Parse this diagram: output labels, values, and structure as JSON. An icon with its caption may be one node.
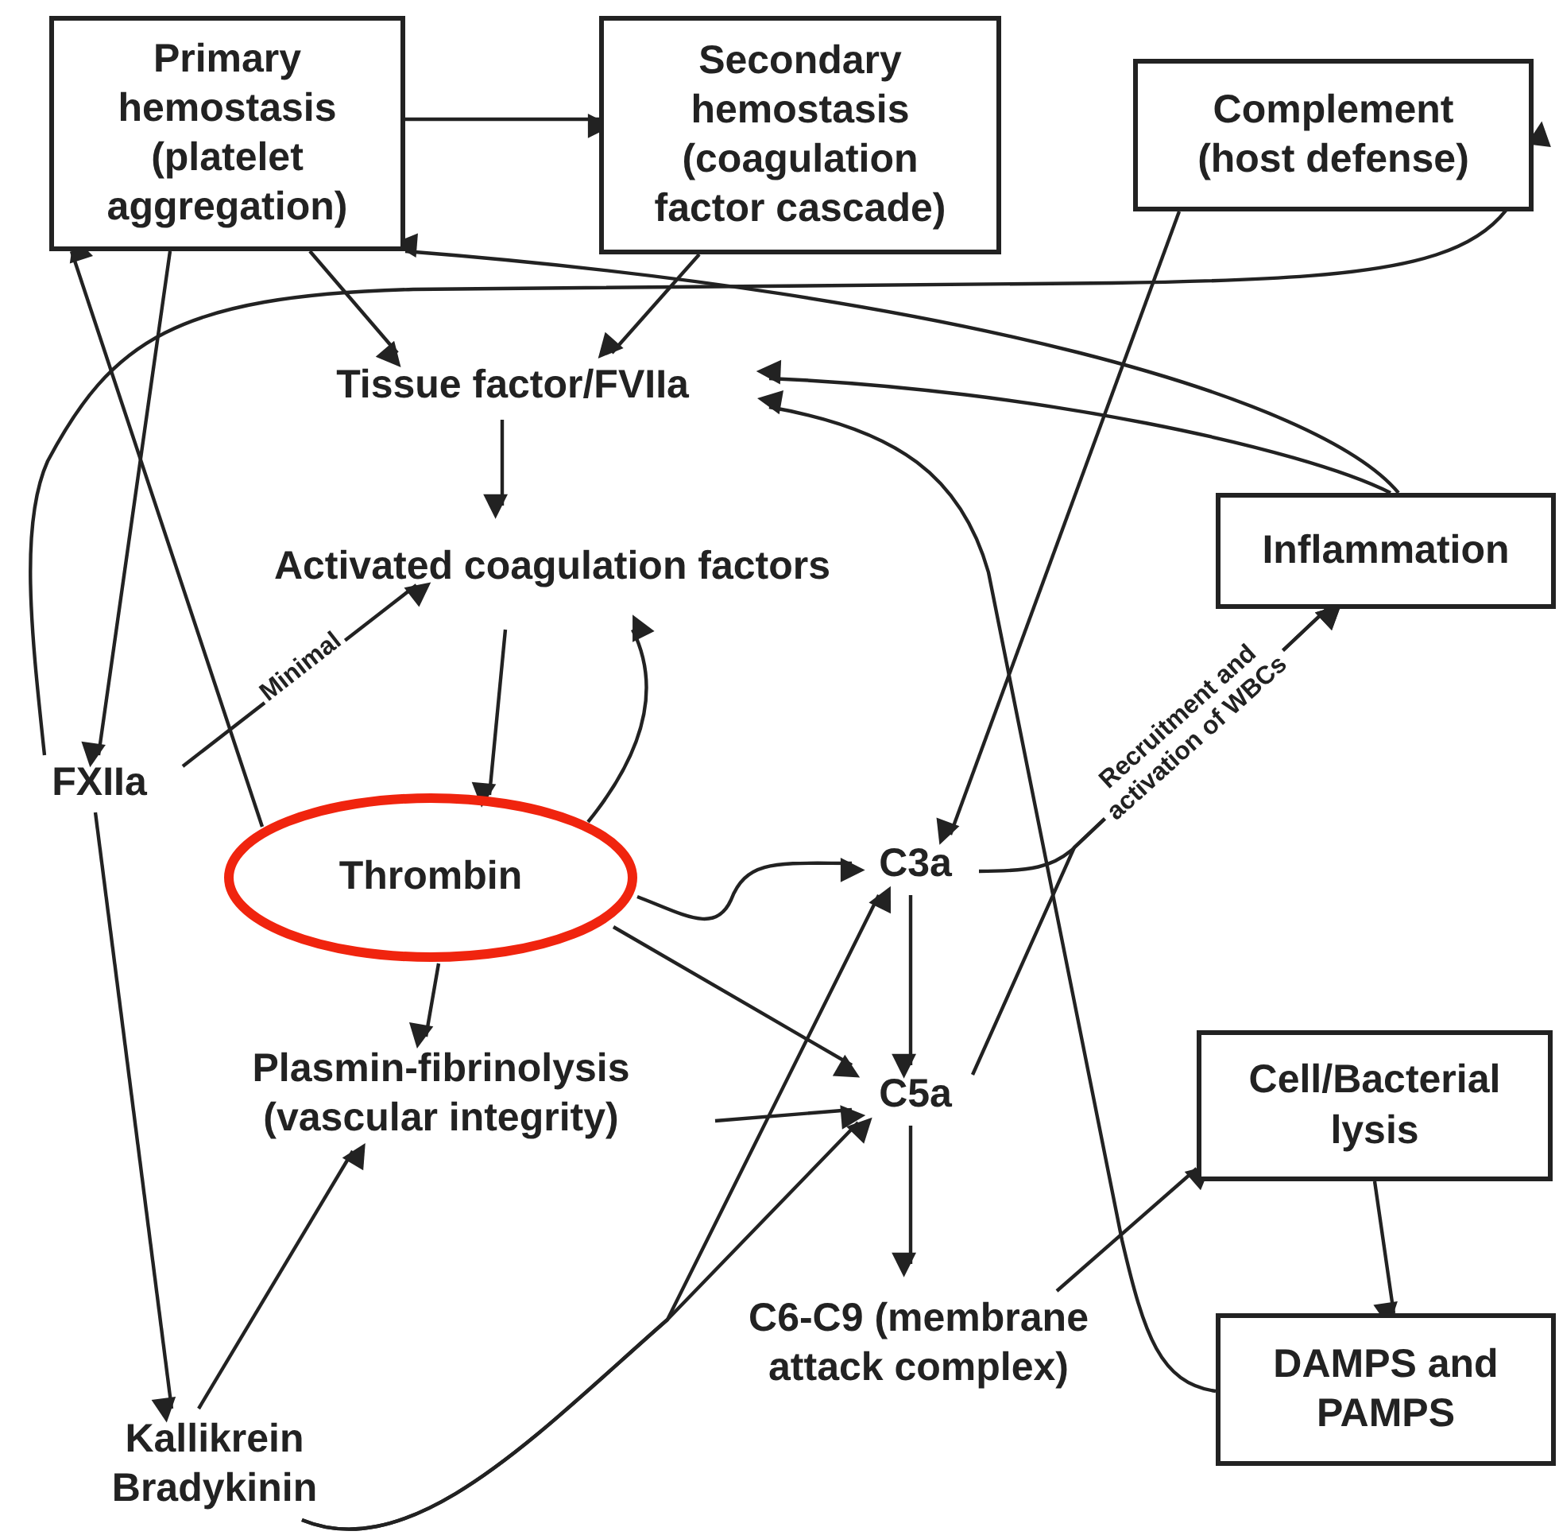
{
  "diagram": {
    "nodes": [
      {
        "text": [
          "Primary hemostasis (platelet aggregation)"
        ]
      },
      {
        "text": [
          "Secondary hemostasis (coagulation factor cascade)"
        ]
      },
      {
        "text": [
          "Complement (host defense)"
        ]
      },
      {
        "text": [
          "Tissue factor/FVIIa"
        ]
      },
      {
        "text": [
          "Activated coagulation factors"
        ]
      },
      {
        "text": [
          "Inflammation"
        ]
      },
      {
        "text": [
          "FXIIa"
        ]
      },
      {
        "text": [
          "Thrombin"
        ]
      },
      {
        "text": [
          "C3a"
        ]
      },
      {
        "text": [
          "Plasmin-fibrinolysis (vascular integrity)"
        ]
      },
      {
        "text": [
          "C5a"
        ]
      },
      {
        "text": [
          "Cell/Bacterial lysis"
        ]
      },
      {
        "text": [
          "C6-C9 (membrane attack complex)"
        ]
      },
      {
        "text": [
          "DAMPS and PAMPS"
        ]
      },
      {
        "text": [
          "Kallikrein Bradykinin"
        ]
      }
    ],
    "edges": [
      {
        "from": 0,
        "to": 1,
        "arrow": "to"
      },
      {
        "from": 0,
        "to": 3,
        "arrow": "to"
      },
      {
        "from": 1,
        "to": 3,
        "arrow": "to"
      },
      {
        "from": 0,
        "to": 6,
        "arrow": "to"
      },
      {
        "from": 7,
        "to": 0,
        "arrow": "to"
      },
      {
        "from": 5,
        "to": 0,
        "arrow": "to"
      },
      {
        "from": 6,
        "to": 2,
        "arrow": "to"
      },
      {
        "from": 5,
        "to": 3,
        "arrow": "to"
      },
      {
        "from": 13,
        "to": 3,
        "arrow": "to"
      },
      {
        "from": 3,
        "to": 4,
        "arrow": "to"
      },
      {
        "from": 4,
        "to": 7,
        "arrow": "to"
      },
      {
        "from": 7,
        "to": 4,
        "arrow": "to"
      },
      {
        "from": 6,
        "to": 4,
        "arrow": "to",
        "label": "Minimal"
      },
      {
        "from": 2,
        "to": 8,
        "arrow": "to"
      },
      {
        "from": 7,
        "to": 8,
        "arrow": "to"
      },
      {
        "from": 7,
        "to": 10,
        "arrow": "to"
      },
      {
        "from": 7,
        "to": 9,
        "arrow": "to"
      },
      {
        "from": 8,
        "to": 10,
        "arrow": "to"
      },
      {
        "from": 8,
        "to": 5,
        "arrow": "to",
        "label": "Recruitment and activation of WBCs"
      },
      {
        "from": 10,
        "to": 5,
        "arrow": "to"
      },
      {
        "from": 9,
        "to": 10,
        "arrow": "to"
      },
      {
        "from": 14,
        "to": 9,
        "arrow": "to"
      },
      {
        "from": 6,
        "to": 14,
        "arrow": "to"
      },
      {
        "from": 14,
        "to": 8,
        "arrow": "to"
      },
      {
        "from": 14,
        "to": 10,
        "arrow": "to"
      },
      {
        "from": 10,
        "to": 12,
        "arrow": "to"
      },
      {
        "from": 12,
        "to": 11,
        "arrow": "to"
      },
      {
        "from": 11,
        "to": 13,
        "arrow": "to"
      }
    ]
  }
}
